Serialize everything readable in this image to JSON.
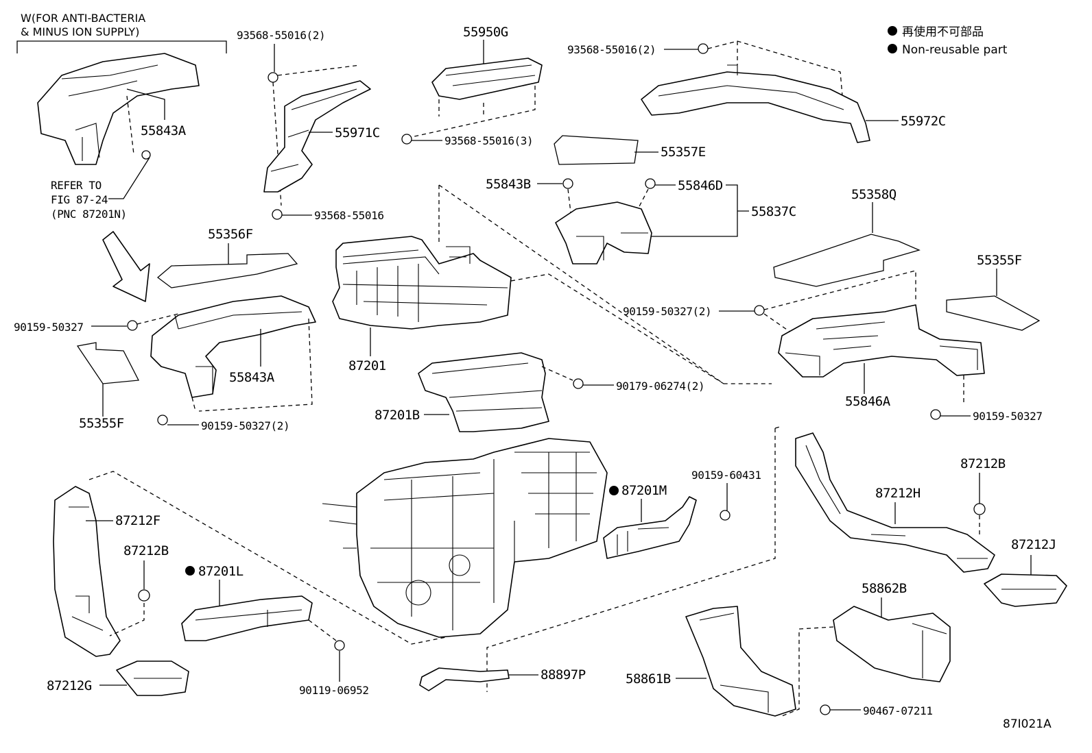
{
  "legend": {
    "jp": "再使用不可部品",
    "en": "Non-reusable part"
  },
  "note": {
    "line1": "W(FOR ANTI-BACTERIA",
    "line2": "& MINUS ION SUPPLY)"
  },
  "refer": {
    "line1": "REFER TO",
    "line2": "FIG 87-24",
    "line3": "(PNC 87201N)"
  },
  "figure_code": "87I021A",
  "parts": {
    "p55843A_top": "55843A",
    "p55843A_mid": "55843A",
    "p93568_55016_2_a": "93568-55016(2)",
    "p93568_55016_2_b": "93568-55016(2)",
    "p93568_55016_3": "93568-55016(3)",
    "p93568_55016": "93568-55016",
    "p55950G": "55950G",
    "p55972C": "55972C",
    "p55971C": "55971C",
    "p55357E": "55357E",
    "p55843B": "55843B",
    "p55846D": "55846D",
    "p55837C": "55837C",
    "p55358Q": "55358Q",
    "p55356F": "55356F",
    "p55355F_right": "55355F",
    "p55355F_left": "55355F",
    "p90159_50327_left": "90159-50327",
    "p90159_50327_2_left": "90159-50327(2)",
    "p90159_50327_2_right": "90159-50327(2)",
    "p90159_50327_right": "90159-50327",
    "p87201": "87201",
    "p90179_06274_2": "90179-06274(2)",
    "p87201B": "87201B",
    "p55846A": "55846A",
    "p90159_60431": "90159-60431",
    "p87201M": "87201M",
    "p87212B_right": "87212B",
    "p87212H": "87212H",
    "p87212J": "87212J",
    "p87212F": "87212F",
    "p87212B_left": "87212B",
    "p87201L": "87201L",
    "p58862B": "58862B",
    "p87212G": "87212G",
    "p90119_06952": "90119-06952",
    "p88897P": "88897P",
    "p58861B": "58861B",
    "p90467_07211": "90467-07211"
  }
}
